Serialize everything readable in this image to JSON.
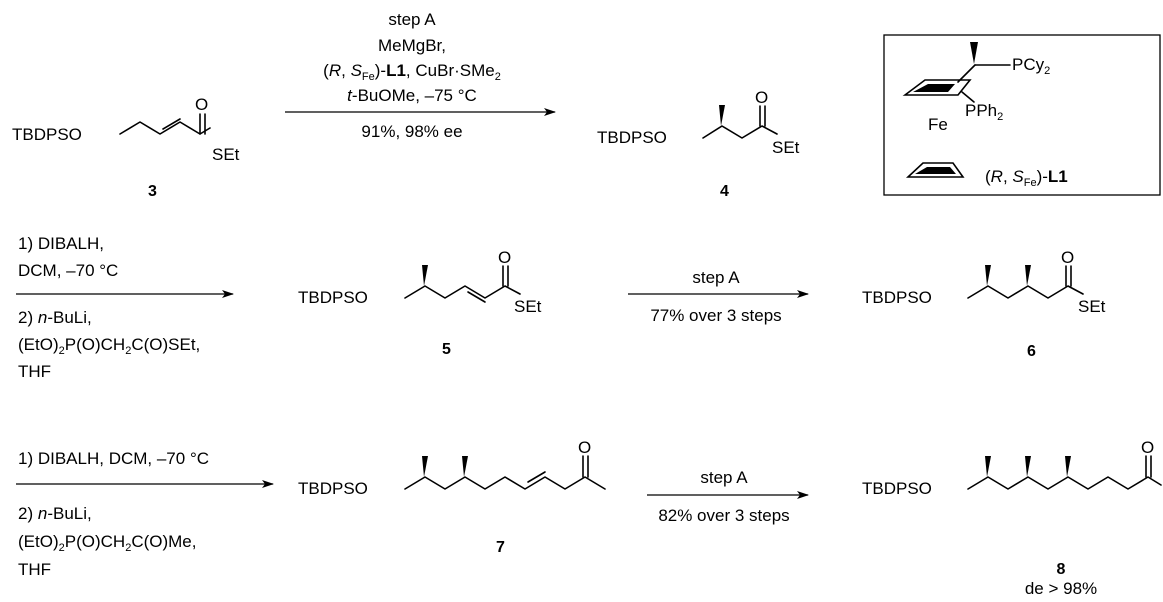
{
  "row1": {
    "cmpd3": {
      "group": "TBDPSO",
      "o": "O",
      "s": "SEt",
      "label": "3"
    },
    "arrow": {
      "l1": "step A",
      "l2": "MeMgBr,",
      "l3a": "(",
      "l3r": "R",
      "l3b": ", ",
      "l3s": "S",
      "l3fe": "Fe",
      "l3c": ")-",
      "l3l": "L1",
      "l3d": ", CuBr·SMe",
      "l3two": "2",
      "l4t": "t",
      "l4rest": "-BuOMe, –75 °C",
      "l5": "91%, 98% ee"
    },
    "cmpd4": {
      "group": "TBDPSO",
      "o": "O",
      "s": "SEt",
      "label": "4"
    },
    "ligand": {
      "pcy": "PCy",
      "pcytwo": "2",
      "pph": "PPh",
      "pphtwo": "2",
      "fe": "Fe",
      "la": "(",
      "lr": "R",
      "lb": ", ",
      "ls": "S",
      "lfe": "Fe",
      "lc": ")-",
      "ll": "L1"
    }
  },
  "row2": {
    "arrow1": {
      "a": "1) DIBALH,",
      "b": "DCM, –70 °C",
      "c": "2) ",
      "ci": "n",
      "cr": "-BuLi,",
      "d1": "(EtO)",
      "d2": "2",
      "d3": "P(O)CH",
      "d4": "2",
      "d5": "C(O)SEt,",
      "e": "THF"
    },
    "cmpd5": {
      "group": "TBDPSO",
      "o": "O",
      "s": "SEt",
      "label": "5"
    },
    "arrow2": {
      "top": "step A",
      "bottom": "77% over 3 steps"
    },
    "cmpd6": {
      "group": "TBDPSO",
      "o": "O",
      "s": "SEt",
      "label": "6"
    }
  },
  "row3": {
    "arrow1": {
      "a": "1) DIBALH, DCM, –70 °C",
      "c": "2) ",
      "ci": "n",
      "cr": "-BuLi,",
      "d1": "(EtO)",
      "d2": "2",
      "d3": "P(O)CH",
      "d4": "2",
      "d5": "C(O)Me,",
      "e": "THF"
    },
    "cmpd7": {
      "group": "TBDPSO",
      "o": "O",
      "label": "7"
    },
    "arrow2": {
      "top": "step A",
      "bottom": "82% over 3 steps"
    },
    "cmpd8": {
      "group": "TBDPSO",
      "o": "O",
      "label": "8",
      "de": "de > 98%"
    }
  }
}
